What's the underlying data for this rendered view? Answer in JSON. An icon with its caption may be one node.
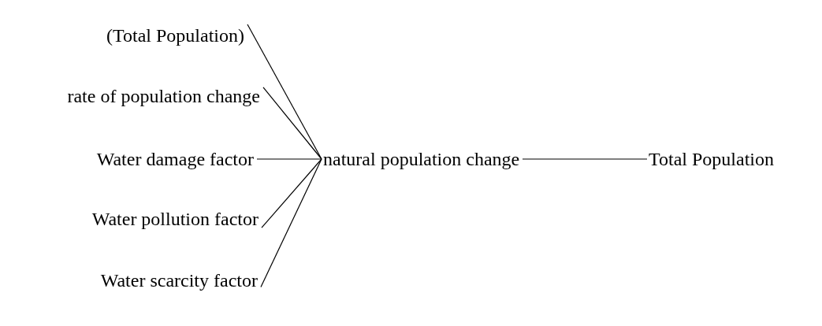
{
  "diagram": {
    "nodes": [
      {
        "text": [
          "(Total Population)"
        ]
      },
      {
        "text": [
          "rate of population change"
        ]
      },
      {
        "text": [
          "Water damage factor"
        ]
      },
      {
        "text": [
          "Water pollution factor"
        ]
      },
      {
        "text": [
          "Water scarcity factor"
        ]
      },
      {
        "text": [
          "natural population change"
        ]
      },
      {
        "text": [
          "Total Population"
        ]
      }
    ],
    "edges": [
      {
        "from": 0,
        "to": 5,
        "arrow": "none"
      },
      {
        "from": 1,
        "to": 5,
        "arrow": "none"
      },
      {
        "from": 2,
        "to": 5,
        "arrow": "none"
      },
      {
        "from": 3,
        "to": 5,
        "arrow": "none"
      },
      {
        "from": 4,
        "to": 5,
        "arrow": "none"
      },
      {
        "from": 5,
        "to": 6,
        "arrow": "none"
      }
    ]
  }
}
